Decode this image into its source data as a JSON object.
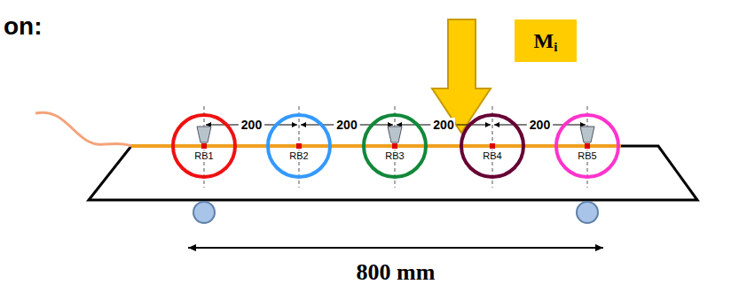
{
  "diagram": {
    "nodes": [
      {
        "text": [
          "M",
          "i"
        ]
      },
      {
        "text": [
          "RB1"
        ]
      },
      {
        "text": [
          "RB2"
        ]
      },
      {
        "text": [
          "RB3"
        ]
      },
      {
        "text": [
          "RB4"
        ]
      },
      {
        "text": [
          "RB5"
        ]
      }
    ],
    "labels": [
      "on:",
      "200",
      "200",
      "200",
      "200",
      "800 mm"
    ]
  }
}
